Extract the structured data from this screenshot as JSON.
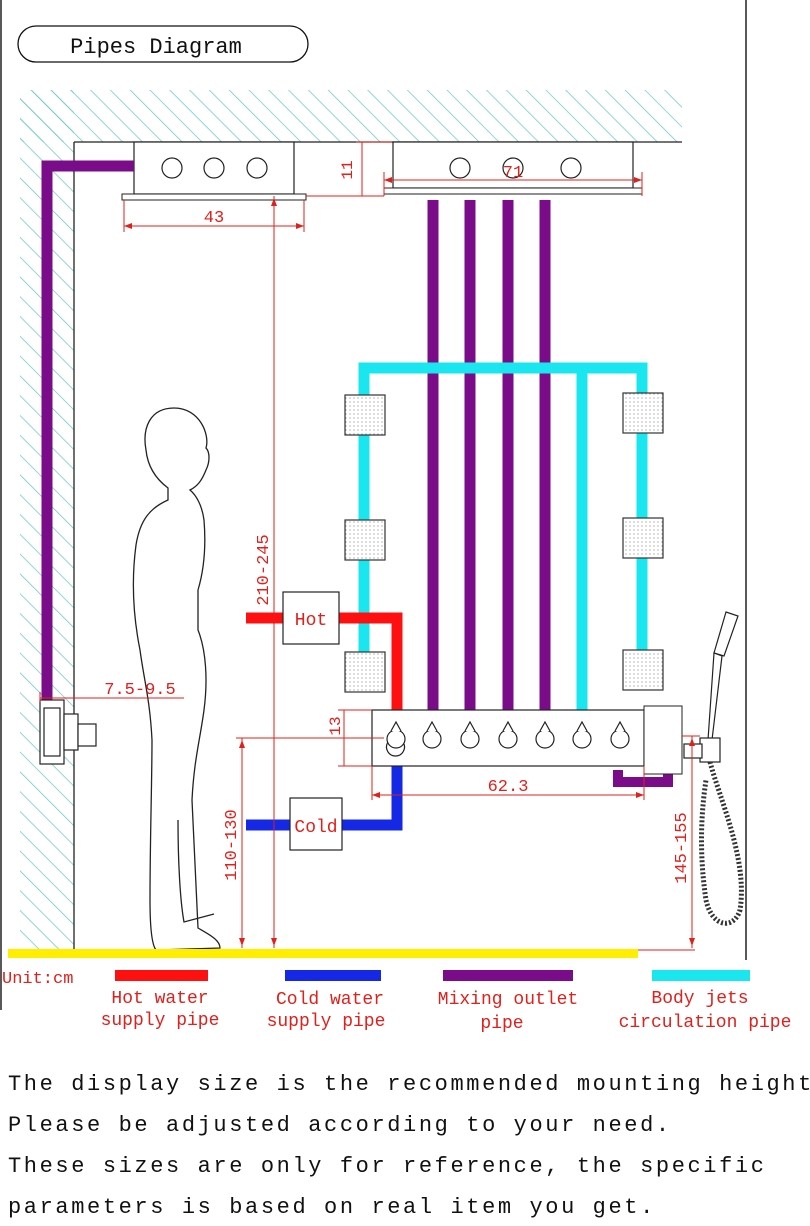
{
  "title": "Pipes Diagram",
  "dimensions": {
    "top_panel_width": "43",
    "top_panel_thickness": "11",
    "ceiling_panel_width": "71",
    "total_height": "210-245",
    "wall_offset": "7.5-9.5",
    "control_height": "13",
    "control_panel_width": "62.3",
    "control_mount_height": "110-130",
    "handshower_height": "145-155"
  },
  "supply_labels": {
    "hot": "Hot",
    "cold": "Cold"
  },
  "legend": {
    "unit": "Unit:cm",
    "items": [
      {
        "line1": "Hot water",
        "line2": "supply pipe",
        "color": "#ff1010"
      },
      {
        "line1": "Cold water",
        "line2": "supply pipe",
        "color": "#1428e6"
      },
      {
        "line1": "Mixing outlet",
        "line2": "pipe",
        "color": "#7a0c8a"
      },
      {
        "line1": "Body jets",
        "line2": "circulation pipe",
        "color": "#19e6ee"
      }
    ]
  },
  "colors": {
    "hot": "#ff1010",
    "cold": "#1428e6",
    "mixing": "#7a0c8a",
    "jets": "#19e6ee",
    "floor": "#ffee00",
    "hatch": "#5fc8c0",
    "text_red": "#e0201c"
  },
  "notes": [
    "The display size is the recommended mounting height.",
    "Please be adjusted according to your need.",
    "These sizes are only for reference, the specific",
    "parameters is based on real item you get."
  ]
}
